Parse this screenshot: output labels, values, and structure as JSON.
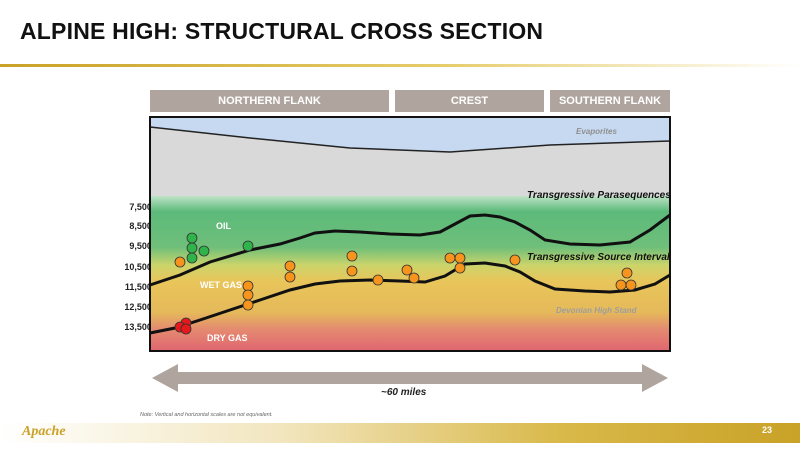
{
  "title": "ALPINE HIGH: STRUCTURAL CROSS SECTION",
  "regions": [
    {
      "label": "NORTHERN FLANK"
    },
    {
      "label": "CREST"
    },
    {
      "label": "SOUTHERN FLANK"
    }
  ],
  "depths": [
    "7,500'",
    "8,500'",
    "9,500'",
    "10,500'",
    "11,500'",
    "12,500'",
    "13,500'"
  ],
  "zones": {
    "oil": "OIL",
    "wet_gas": "WET GAS",
    "dry_gas": "DRY GAS"
  },
  "layers": {
    "evaporites": "Evaporites",
    "transgressive_parasequences": "Transgressive Parasequences",
    "transgressive_source_interval": "Transgressive Source Interval",
    "devonian_high_stand": "Devonian High Stand"
  },
  "scale_label": "~60 miles",
  "note": "Note: Vertical and horizontal scales are not equivalent.",
  "logo": "Apache",
  "page_number": "23",
  "colors": {
    "oil": "#2fb34a",
    "wet_gas": "#f7941d",
    "dry_gas": "#e3191b",
    "accent": "#c9a227",
    "region_header": "#b0a59e",
    "evaporites": "#c6d9f1"
  }
}
